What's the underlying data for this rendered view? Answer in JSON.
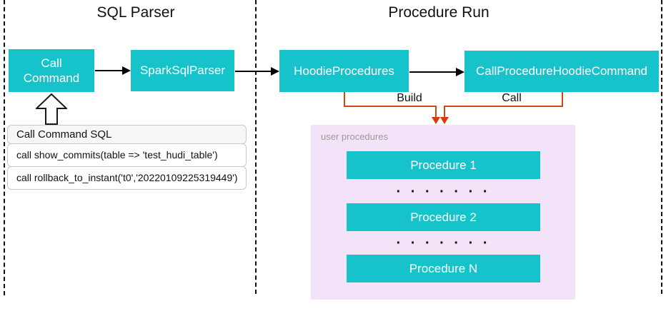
{
  "sections": {
    "sql_parser": {
      "title": "SQL Parser"
    },
    "procedure_run": {
      "title": "Procedure Run"
    }
  },
  "nodes": {
    "call_command": {
      "line1": "Call",
      "line2": "Command"
    },
    "spark_sql_parser": {
      "label": "SparkSqlParser"
    },
    "hoodie_procedures": {
      "label": "HoodieProcedures"
    },
    "call_procedure_hoodie_command": {
      "label": "CallProcedureHoodieCommand"
    }
  },
  "edges": {
    "build_label": "Build",
    "call_label": "Call"
  },
  "sql_panel": {
    "title": "Call Command SQL",
    "statements": [
      "call show_commits(table => 'test_hudi_table')",
      "call rollback_to_instant('t0','20220109225319449')"
    ]
  },
  "user_procedures": {
    "label": "user procedures",
    "items": [
      "Procedure 1",
      "Procedure 2",
      "Procedure N"
    ],
    "ellipsis": "· · · · · · ·"
  },
  "colors": {
    "node_fill": "#16c3ca",
    "node_text": "#ffffff",
    "connector_orange": "#cf4a11",
    "arrowhead_red": "#dd380b",
    "group_fill": "#f2e3f8",
    "group_label_gray": "#9a9a9a",
    "panel_header_fill": "#f5f6f7",
    "panel_border": "#c9c9c9",
    "line_black": "#000000"
  }
}
